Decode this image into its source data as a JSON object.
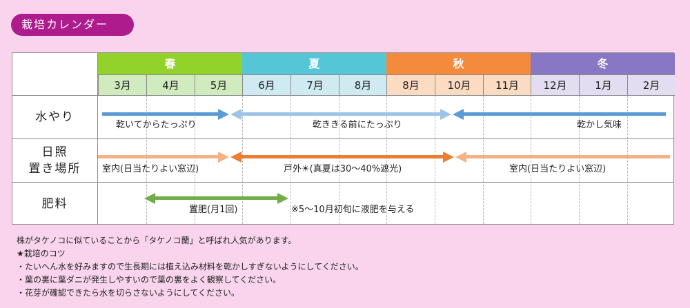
{
  "title": "栽培カレンダー",
  "colors": {
    "title_bg": "#ad1b8d",
    "page_bg": "#f9d4ec",
    "spring": "#93d22b",
    "summer": "#55c6d6",
    "autumn": "#f48a3b",
    "winter": "#8877c4",
    "spring_month": "#d0ebbd",
    "summer_month": "#cfeaf0",
    "autumn_month": "#fbdcc2",
    "winter_month": "#e2ddf0"
  },
  "seasons": [
    {
      "label": "春",
      "months": 3
    },
    {
      "label": "夏",
      "months": 3
    },
    {
      "label": "秋",
      "months": 3
    },
    {
      "label": "冬",
      "months": 3
    }
  ],
  "months": [
    "3月",
    "4月",
    "5月",
    "6月",
    "7月",
    "8月",
    "8月",
    "10月",
    "11月",
    "12月",
    "1月",
    "2月"
  ],
  "rows": [
    {
      "label": "水やり"
    },
    {
      "label_line1": "日照",
      "label_line2": "置き場所"
    },
    {
      "label": "肥料"
    }
  ],
  "watering": {
    "segments": [
      {
        "text": "乾いてからたっぷり",
        "color": "#5b9bd5",
        "dir": "right"
      },
      {
        "text": "乾ききる前にたっぷり",
        "color": "#9dc3e6",
        "dir": "both"
      },
      {
        "text": "乾かし気味",
        "color": "#5b9bd5",
        "dir": "left"
      }
    ]
  },
  "sunlight": {
    "segments": [
      {
        "text": "室内(日当たりよい窓辺)",
        "color": "#f4b183",
        "dir": "right"
      },
      {
        "text": "戸外☀(真夏は30〜40%遮光)",
        "color": "#ed7d31",
        "dir": "both"
      },
      {
        "text": "室内(日当たりよい窓辺)",
        "color": "#f4b183",
        "dir": "left"
      }
    ]
  },
  "fertilizer": {
    "segments": [
      {
        "text": "置肥(月1回)",
        "color": "#70ad47",
        "dir": "both"
      }
    ],
    "note": "※5〜10月初旬に液肥を与える"
  },
  "notes": [
    "株がタケノコに似ていることから「タケノコ蘭」と呼ばれ人気があります。",
    "★栽培のコツ",
    "・たいへん水を好みますので生長期には植え込み材料を乾かしすぎないようにしてください。",
    "・葉の裏に葉ダニが発生しやすいので葉の裏をよく観察してください。",
    "・花芽が確認できたら水を切らさないようにしてください。"
  ]
}
